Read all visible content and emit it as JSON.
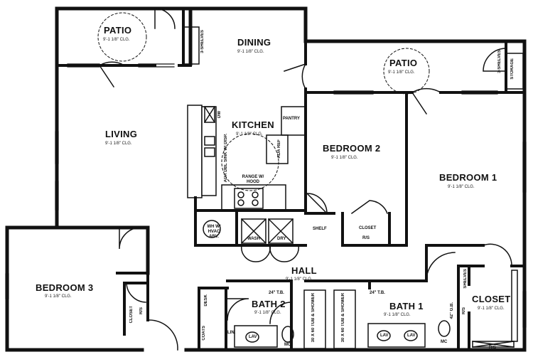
{
  "rooms": {
    "patio_left": {
      "name": "PATIO",
      "ceiling": "9'-1 1/8\" CLG."
    },
    "dining": {
      "name": "DINING",
      "ceiling": "9'-1 1/8\" CLG."
    },
    "patio_right": {
      "name": "PATIO",
      "ceiling": "9'-1 1/8\" CLG."
    },
    "living": {
      "name": "LIVING",
      "ceiling": "9'-1 1/8\" CLG."
    },
    "kitchen": {
      "name": "KITCHEN",
      "ceiling": "9'-1 1/8\" CLG."
    },
    "bedroom2": {
      "name": "BEDROOM 2",
      "ceiling": "9'-1 1/8\" CLG."
    },
    "bedroom1": {
      "name": "BEDROOM 1",
      "ceiling": "9'-1 1/8\" CLG."
    },
    "bedroom3": {
      "name": "BEDROOM 3",
      "ceiling": "9'-1 1/8\" CLG."
    },
    "hall": {
      "name": "HALL",
      "ceiling": "9'-1 1/8\" CLG."
    },
    "bath2": {
      "name": "BATH 2",
      "ceiling": "9'-1 1/8\" CLG."
    },
    "bath1": {
      "name": "BATH 1",
      "ceiling": "9'-1 1/8\" CLG."
    },
    "closet_master": {
      "name": "CLOSET",
      "ceiling": "9'-1 1/8\" CLG."
    }
  },
  "labels": {
    "storage": "STORAGE",
    "shelves": "3-SHELVES",
    "pantry": "PANTRY",
    "dw": "DW",
    "sink": "ADA DBL SINK W/ DISP.",
    "ref": "ADA REF",
    "range": "RANGE W/ HOOD",
    "hvac": "WH W/ HVAC ABV.",
    "shelf": "SHELF",
    "dry": "DRY",
    "wash": "WASH",
    "closet": "CLOSET",
    "rs": "R/S",
    "desk": "DESK",
    "coats": "COATS",
    "lin": "LIN.",
    "tub": "30 X 60 TUB & SHOWER",
    "tb": "24\" T.B.",
    "lav": "LAV",
    "mc": "MC",
    "shelves_short": "SHELVES",
    "shelf_note": "42\" G.B."
  }
}
